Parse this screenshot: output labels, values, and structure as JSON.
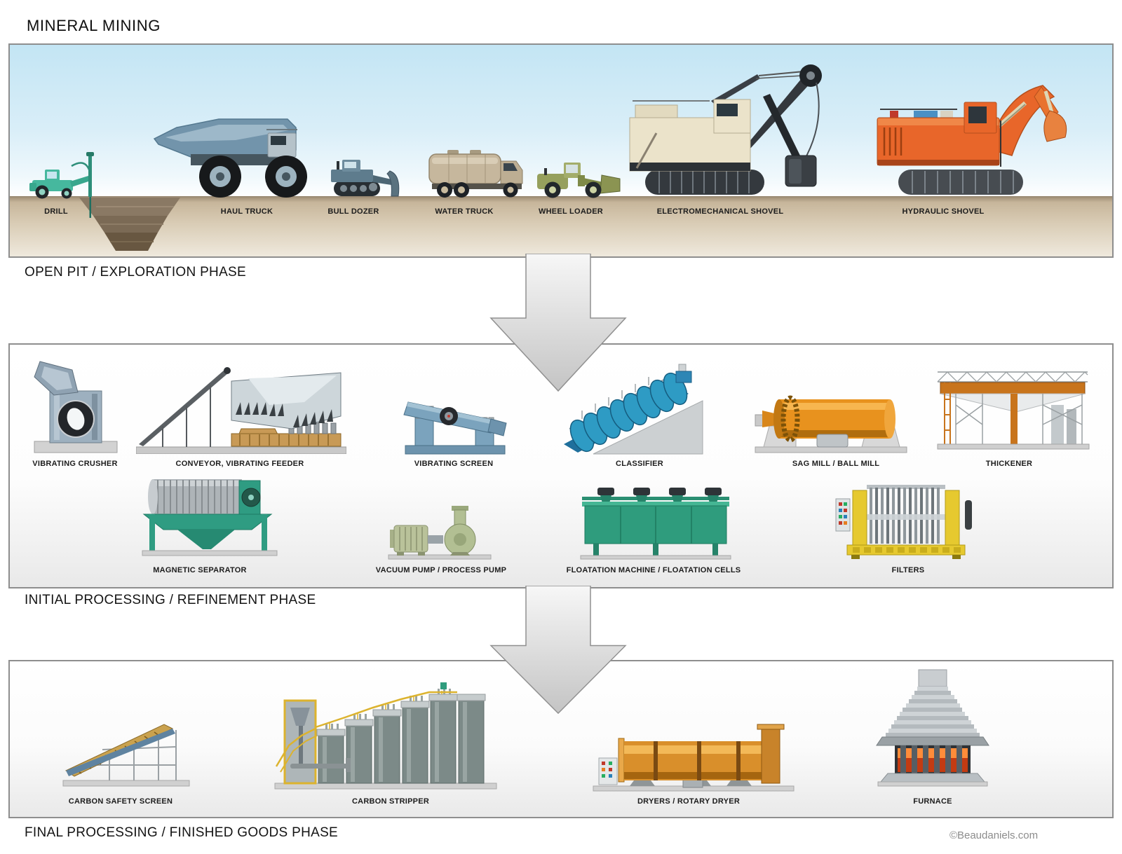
{
  "page": {
    "title": "MINERAL MINING",
    "credit": "©Beaudaniels.com"
  },
  "phase1": {
    "title": "OPEN PIT / EXPLORATION PHASE",
    "items": [
      {
        "name": "drill",
        "label": "DRILL"
      },
      {
        "name": "haul-truck",
        "label": "HAUL TRUCK"
      },
      {
        "name": "bull-dozer",
        "label": "BULL DOZER"
      },
      {
        "name": "water-truck",
        "label": "WATER TRUCK"
      },
      {
        "name": "wheel-loader",
        "label": "WHEEL LOADER"
      },
      {
        "name": "electromechanical-shovel",
        "label": "ELECTROMECHANICAL SHOVEL"
      },
      {
        "name": "hydraulic-shovel",
        "label": "HYDRAULIC SHOVEL"
      }
    ]
  },
  "phase2": {
    "title": "INITIAL PROCESSING / REFINEMENT PHASE",
    "row1": [
      {
        "name": "vibrating-crusher",
        "label": "VIBRATING CRUSHER"
      },
      {
        "name": "conveyor-vibrating-feeder",
        "label": "CONVEYOR,  VIBRATING FEEDER"
      },
      {
        "name": "vibrating-screen",
        "label": "VIBRATING SCREEN"
      },
      {
        "name": "classifier",
        "label": "CLASSIFIER"
      },
      {
        "name": "sag-mill-ball-mill",
        "label": "SAG MILL / BALL MILL"
      },
      {
        "name": "thickener",
        "label": "THICKENER"
      }
    ],
    "row2": [
      {
        "name": "magnetic-separator",
        "label": "MAGNETIC SEPARATOR"
      },
      {
        "name": "vacuum-pump-process-pump",
        "label": "VACUUM PUMP / PROCESS PUMP"
      },
      {
        "name": "floatation-machine",
        "label": "FLOATATION MACHINE / FLOATATION CELLS"
      },
      {
        "name": "filters",
        "label": "FILTERS"
      }
    ]
  },
  "phase3": {
    "title": "FINAL PROCESSING / FINISHED GOODS PHASE",
    "items": [
      {
        "name": "carbon-safety-screen",
        "label": "CARBON SAFETY SCREEN"
      },
      {
        "name": "carbon-stripper",
        "label": "CARBON STRIPPER"
      },
      {
        "name": "dryers-rotary-dryer",
        "label": "DRYERS / ROTARY DRYER"
      },
      {
        "name": "furnace",
        "label": "FURNACE"
      }
    ]
  },
  "colors": {
    "sky_blue": "#c3e5f4",
    "ground_tan": "#c7b69b",
    "arrow_gray": "#d9d9d9",
    "drill_teal": "#46b89e",
    "haul_truck_blue": "#7294ab",
    "shovel_cream": "#ebe3ca",
    "hydraulic_orange": "#e8662a",
    "mill_orange": "#e8921e",
    "machine_green": "#2f9c7d",
    "filter_yellow": "#e6c92f",
    "classifier_blue": "#2e9bc4"
  }
}
